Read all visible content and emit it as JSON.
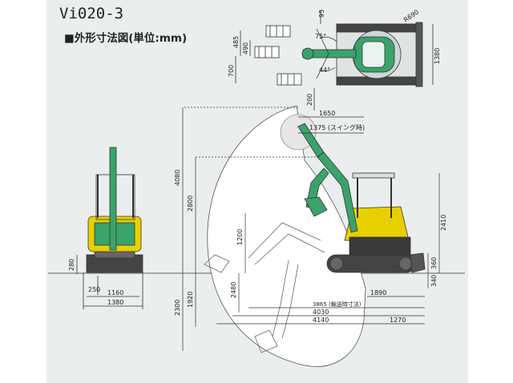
{
  "title": "Vi020-3",
  "subtitle": "■外形寸法図(単位:mm)",
  "colors": {
    "machine_green": "#3aa36a",
    "machine_yellow": "#e8d000",
    "track_dark": "#3a3a3a",
    "sheet_bg": "#ebeeee",
    "envelope": "#ffffff",
    "line": "#333333"
  },
  "top_view": {
    "dims": {
      "d95": "95",
      "r690": "R690",
      "d485": "485",
      "d490": "490",
      "d700": "700",
      "a75": "75°",
      "a44": "44°",
      "d200": "200",
      "d1380": "1380"
    }
  },
  "front_view": {
    "dims": {
      "d280": "280",
      "d250": "250",
      "d1160": "1160",
      "d1380": "1380"
    }
  },
  "side_view": {
    "dims": {
      "d1650": "1650",
      "d1375": "1375 (スイング時)",
      "d4080": "4080",
      "d2800": "2800",
      "d1200": "1200",
      "d2480": "2480",
      "d1920": "1920",
      "d2300": "2300",
      "d2410": "2410",
      "d360": "360",
      "d340": "340",
      "d1890": "1890",
      "d3865": "3865 (輸送時寸法)",
      "d4030": "4030",
      "d4140": "4140",
      "d1270": "1270"
    }
  }
}
